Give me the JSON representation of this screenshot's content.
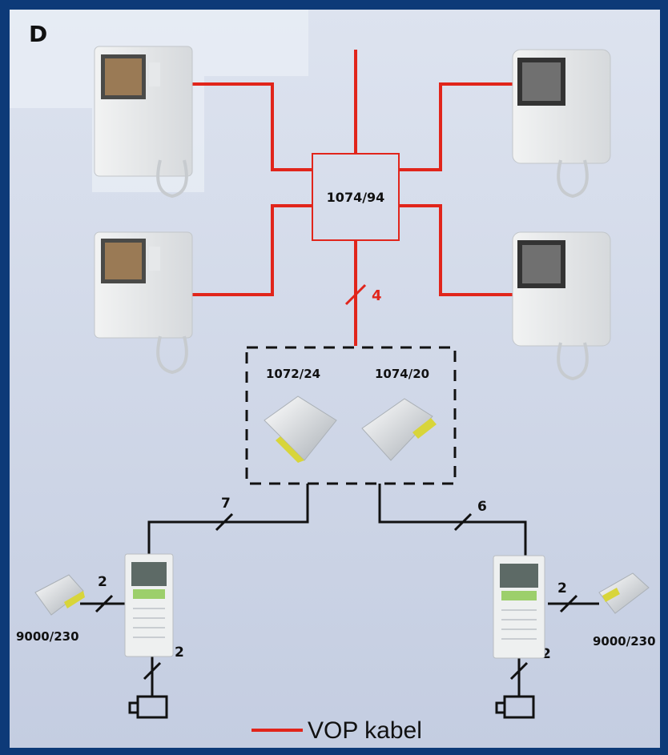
{
  "panel_letter": "D",
  "components": {
    "distributor": "1074/94",
    "power_supply_a": "1072/24",
    "power_supply_b": "1074/20",
    "psu_left": "9000/230",
    "psu_right": "9000/230"
  },
  "wire_counts": {
    "riser": "4",
    "left_branch": "7",
    "right_branch": "6",
    "left_psu": "2",
    "right_psu": "2",
    "left_camera": "2",
    "right_camera": "2"
  },
  "legend": {
    "label": "VOP kabel",
    "color": "#e1251b"
  },
  "colors": {
    "vop_cable": "#e1251b",
    "bus_cable": "#111111",
    "frame": "#0d3a78",
    "background": "#c9d2e4"
  }
}
